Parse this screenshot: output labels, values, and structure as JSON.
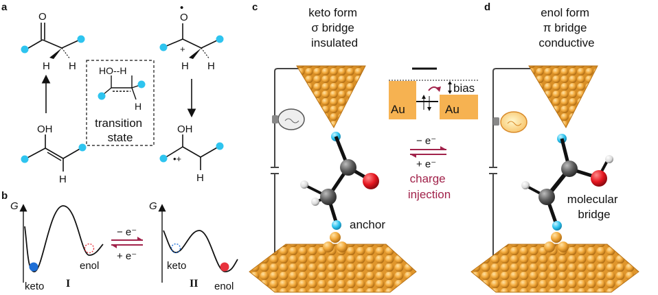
{
  "panels": {
    "a": "a",
    "b": "b",
    "c": "c",
    "d": "d"
  },
  "panel_a": {
    "atoms": {
      "O": "O",
      "H": "H",
      "OH": "OH",
      "radical_dot": "•",
      "plus": "+",
      "radical_cation": "•+"
    },
    "transition_state_label": "transition\nstate",
    "ts_fragment": "HO--H"
  },
  "panel_b": {
    "axis_label": "G",
    "left_wells": {
      "keto": "keto",
      "enol": "enol"
    },
    "right_wells": {
      "keto": "keto",
      "enol": "enol"
    },
    "numerals": {
      "left": "I",
      "right": "II"
    },
    "arrows": {
      "top": "− e⁻",
      "bottom": "+ e⁻"
    }
  },
  "panel_c": {
    "title": [
      "keto form",
      "σ bridge",
      "insulated"
    ],
    "anchor_label": "anchor"
  },
  "center": {
    "au_left": "Au",
    "au_right": "Au",
    "bias": "bias",
    "arrow_top": "− e⁻",
    "arrow_bottom": "+ e⁻",
    "charge_label": [
      "charge",
      "injection"
    ]
  },
  "panel_d": {
    "title": [
      "enol form",
      "π bridge",
      "conductive"
    ],
    "bridge_label": [
      "molecular",
      "bridge"
    ]
  },
  "colors": {
    "atom_cyan": "#2ec4ef",
    "gold": "#f2a93b",
    "gold_dark": "#c9801f",
    "carbon": "#555555",
    "oxygen": "#e4151f",
    "keto_blue": "#1f6fd6",
    "enol_red": "#e8323c",
    "accent": "#a1224a"
  }
}
